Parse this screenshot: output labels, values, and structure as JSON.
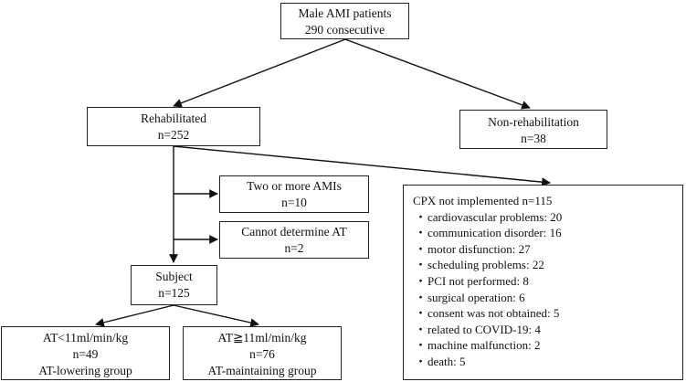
{
  "boxes": {
    "male": {
      "line1": "Male AMI patients",
      "line2": "290 consecutive"
    },
    "rehab": {
      "line1": "Rehabilitated",
      "line2": "n=252"
    },
    "nonrehab": {
      "line1": "Non-rehabilitation",
      "line2": "n=38"
    },
    "two_ami": {
      "line1": "Two or more AMIs",
      "line2": "n=10"
    },
    "cannot_at": {
      "line1": "Cannot determine AT",
      "line2": "n=2"
    },
    "subject": {
      "line1": "Subject",
      "line2": "n=125"
    },
    "lowering": {
      "line1": "AT<11ml/min/kg",
      "line2": "n=49",
      "line3": "AT-lowering group"
    },
    "maintaining": {
      "line1": "AT≧11ml/min/kg",
      "line2": "n=76",
      "line3": "AT-maintaining group"
    },
    "cpx": {
      "title": "CPX not implemented  n=115",
      "bullet": "・",
      "items": [
        "cardiovascular problems: 20",
        "communication disorder: 16",
        "motor disfunction: 27",
        "scheduling problems: 22",
        "PCI not performed: 8",
        "surgical operation: 6",
        "consent was not obtained: 5",
        "related to COVID-19: 4",
        "machine malfunction: 2",
        "death: 5"
      ]
    }
  }
}
